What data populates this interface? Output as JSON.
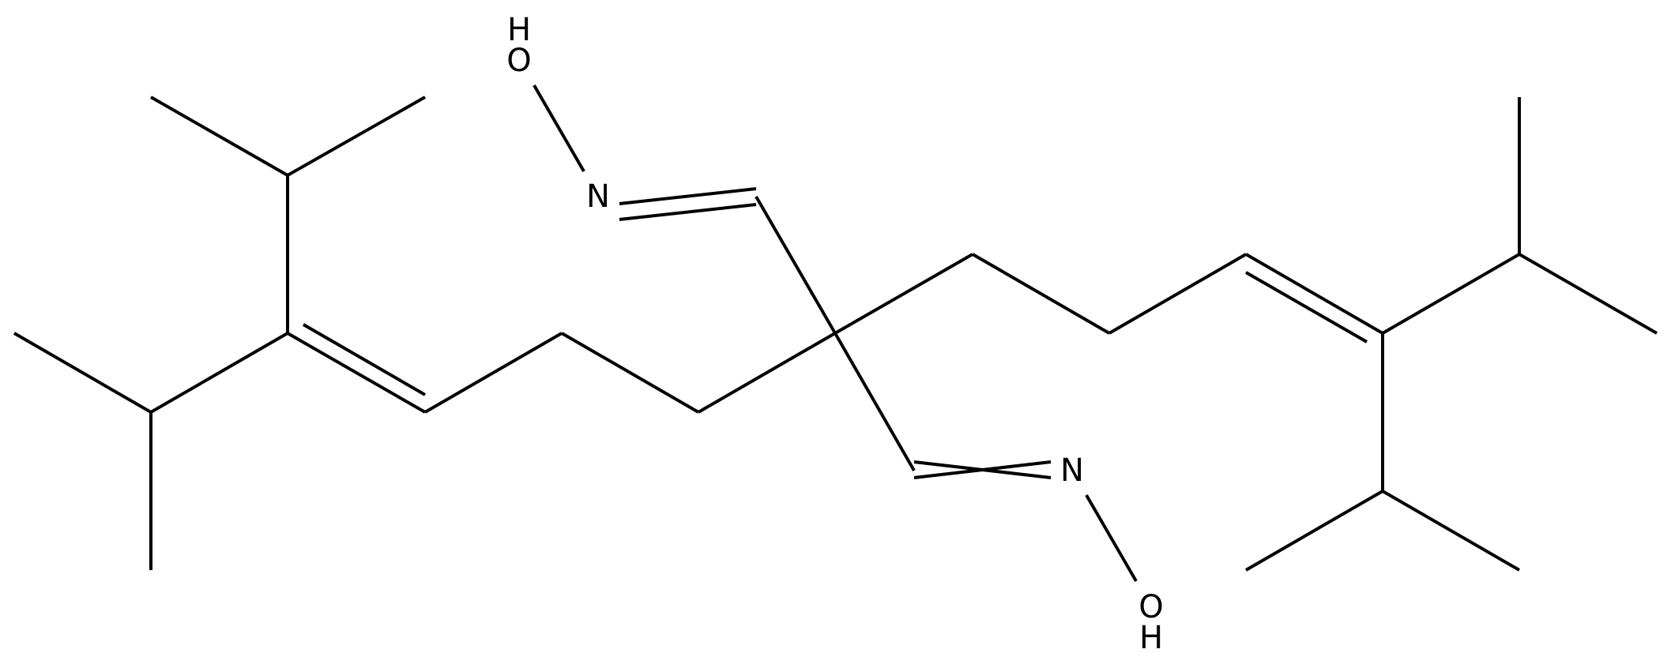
{
  "atoms": {
    "oxime_top": {
      "oxygen": "O",
      "hydrogen": "H",
      "nitrogen": "N"
    },
    "oxime_bottom": {
      "oxygen": "O",
      "hydrogen": "H",
      "nitrogen": "N"
    }
  }
}
